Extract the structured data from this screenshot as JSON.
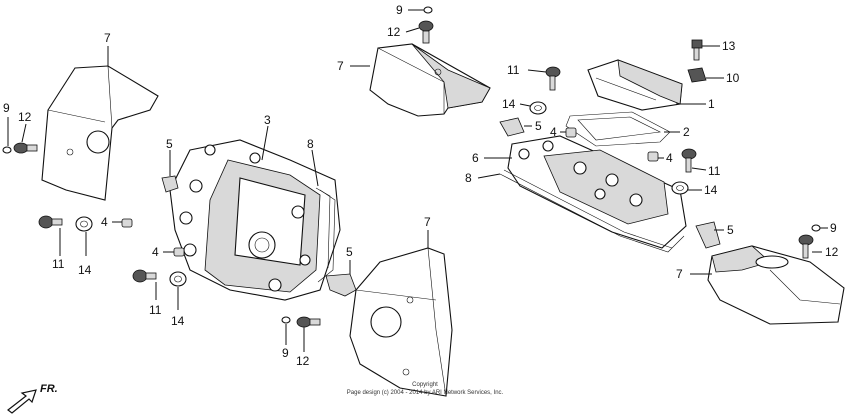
{
  "callouts": {
    "c7_left": "7",
    "c9_left": "9",
    "c12_left": "12",
    "c3": "3",
    "c8_left": "8",
    "c5_left": "5",
    "c4_left_a": "4",
    "c4_left_b": "4",
    "c11_left_a": "11",
    "c14_left_a": "14",
    "c11_left_b": "11",
    "c14_left_b": "14",
    "c5_mid": "5",
    "c9_bottom": "9",
    "c12_bottom": "12",
    "c7_bottom": "7",
    "c9_top": "9",
    "c12_top": "12",
    "c7_top": "7",
    "c11_top": "11",
    "c14_top": "14",
    "c5_top": "5",
    "c13": "13",
    "c10": "10",
    "c1": "1",
    "c4_right_a": "4",
    "c2": "2",
    "c6": "6",
    "c4_right_b": "4",
    "c8_right": "8",
    "c11_right": "11",
    "c14_right": "14",
    "c5_right": "5",
    "c9_right": "9",
    "c12_right": "12",
    "c7_right": "7"
  },
  "direction": {
    "label": "FR."
  },
  "footer": {
    "line1": "Copyright",
    "line2": "Page design (c) 2004 - 2014 by ARI Network Services, Inc."
  }
}
